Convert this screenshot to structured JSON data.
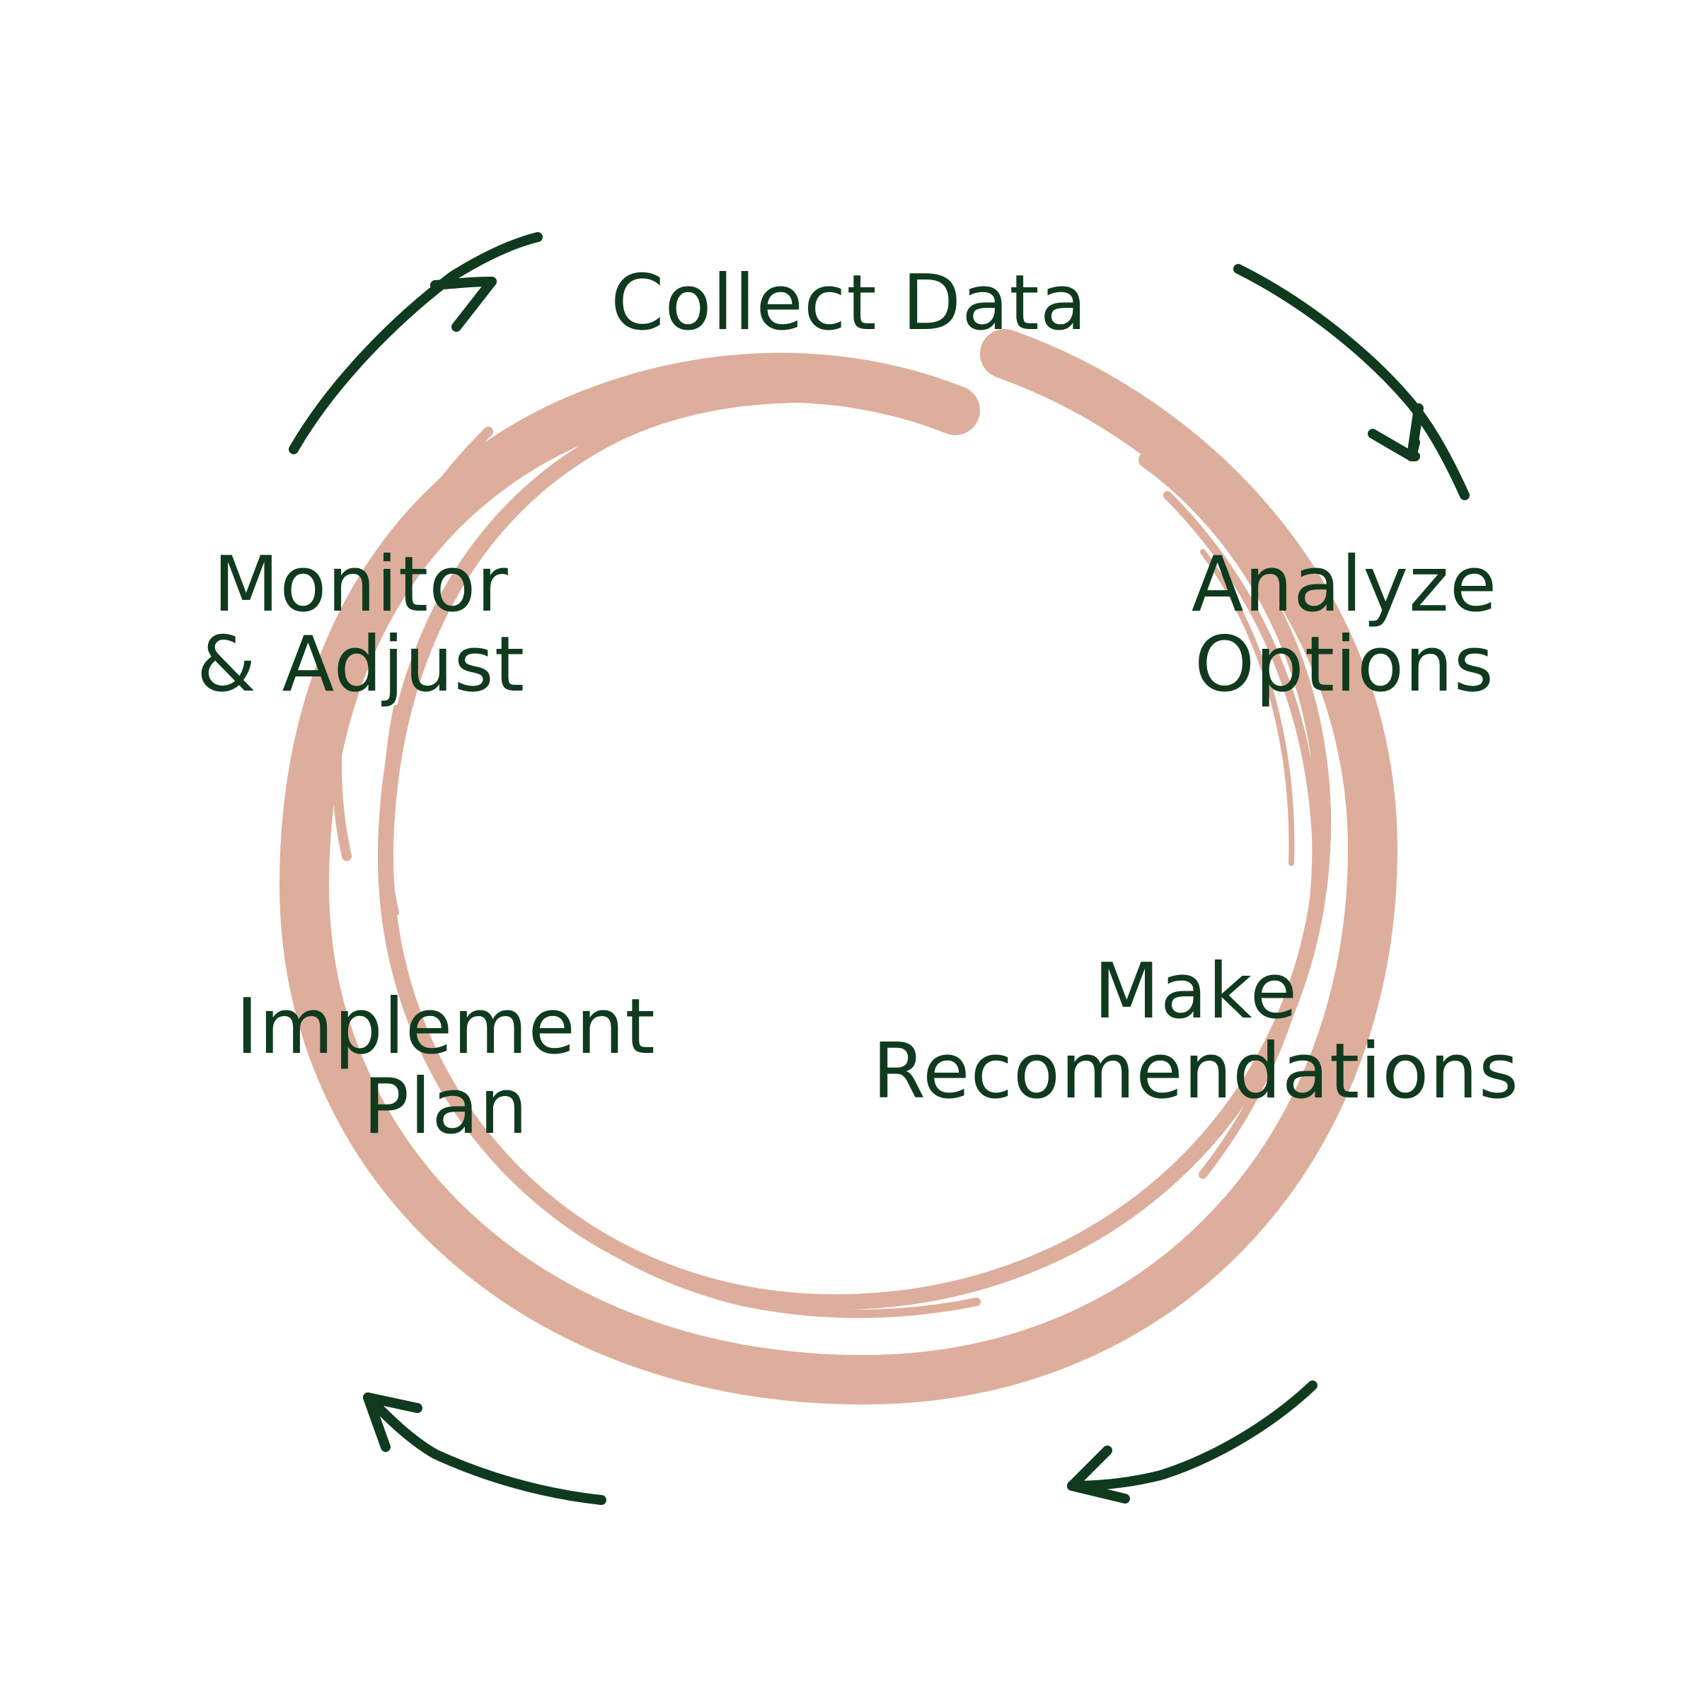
{
  "colors": {
    "ring": "#ddae9b",
    "text": "#0f3a1e",
    "arrow": "#0f3a1e",
    "background": "#ffffff"
  },
  "steps": {
    "collect_data": {
      "line1": "Collect Data"
    },
    "analyze_options": {
      "line1": "Analyze",
      "line2": "Options"
    },
    "make_recommendations": {
      "line1": "Make",
      "line2": "Recomendations"
    },
    "implement_plan": {
      "line1": "Implement",
      "line2": "Plan"
    },
    "monitor_adjust": {
      "line1": "Monitor",
      "line2": "& Adjust"
    }
  },
  "icons": {
    "ring": "brush-stroke-circle-icon",
    "arrows": [
      "curved-arrow-top-left-icon",
      "curved-arrow-top-right-icon",
      "curved-arrow-bottom-right-icon",
      "curved-arrow-bottom-left-icon"
    ]
  }
}
